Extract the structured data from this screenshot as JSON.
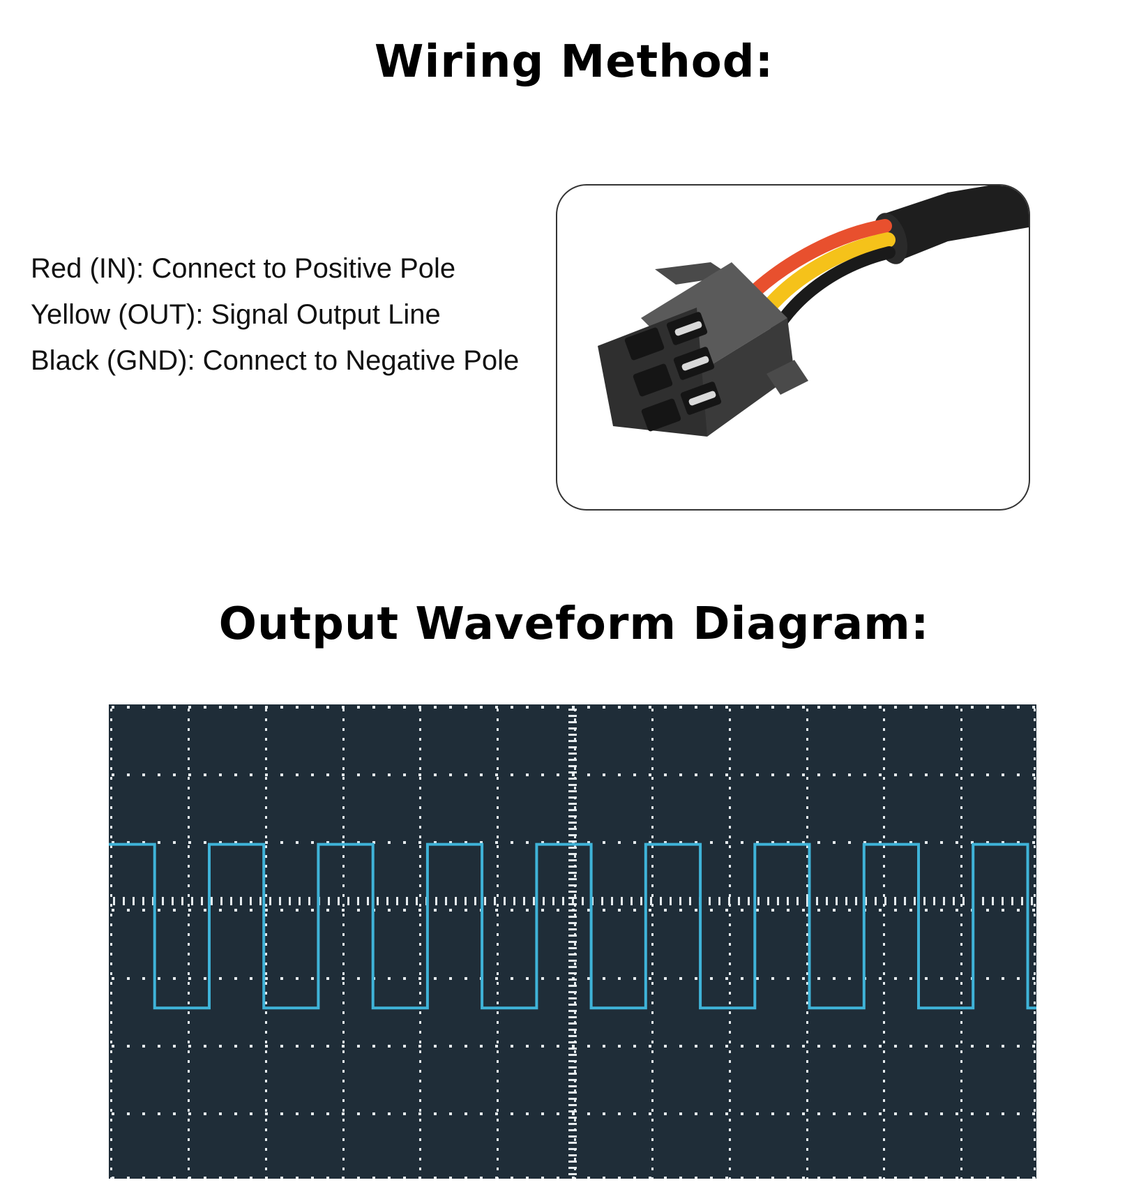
{
  "titles": {
    "wiring": "Wiring Method:",
    "waveform": "Output Waveform Diagram:"
  },
  "wiring": {
    "items": [
      {
        "text": "Red (IN): Connect to Positive Pole",
        "wire_color": "#e8502e"
      },
      {
        "text": "Yellow (OUT): Signal Output Line",
        "wire_color": "#f5c21a"
      },
      {
        "text": "Black (GND): Connect to Negative Pole",
        "wire_color": "#1a1a1a"
      }
    ]
  },
  "colors": {
    "scope_background": "#1f2d38",
    "trace": "#3fb3d8",
    "grid_dots": "#e6ecef",
    "connector": "#3a3a3a"
  },
  "waveform": {
    "type": "square",
    "cycles_visible": 8.5,
    "starts_level": "high",
    "grid_divisions": {
      "x": 12,
      "y": 7
    }
  }
}
